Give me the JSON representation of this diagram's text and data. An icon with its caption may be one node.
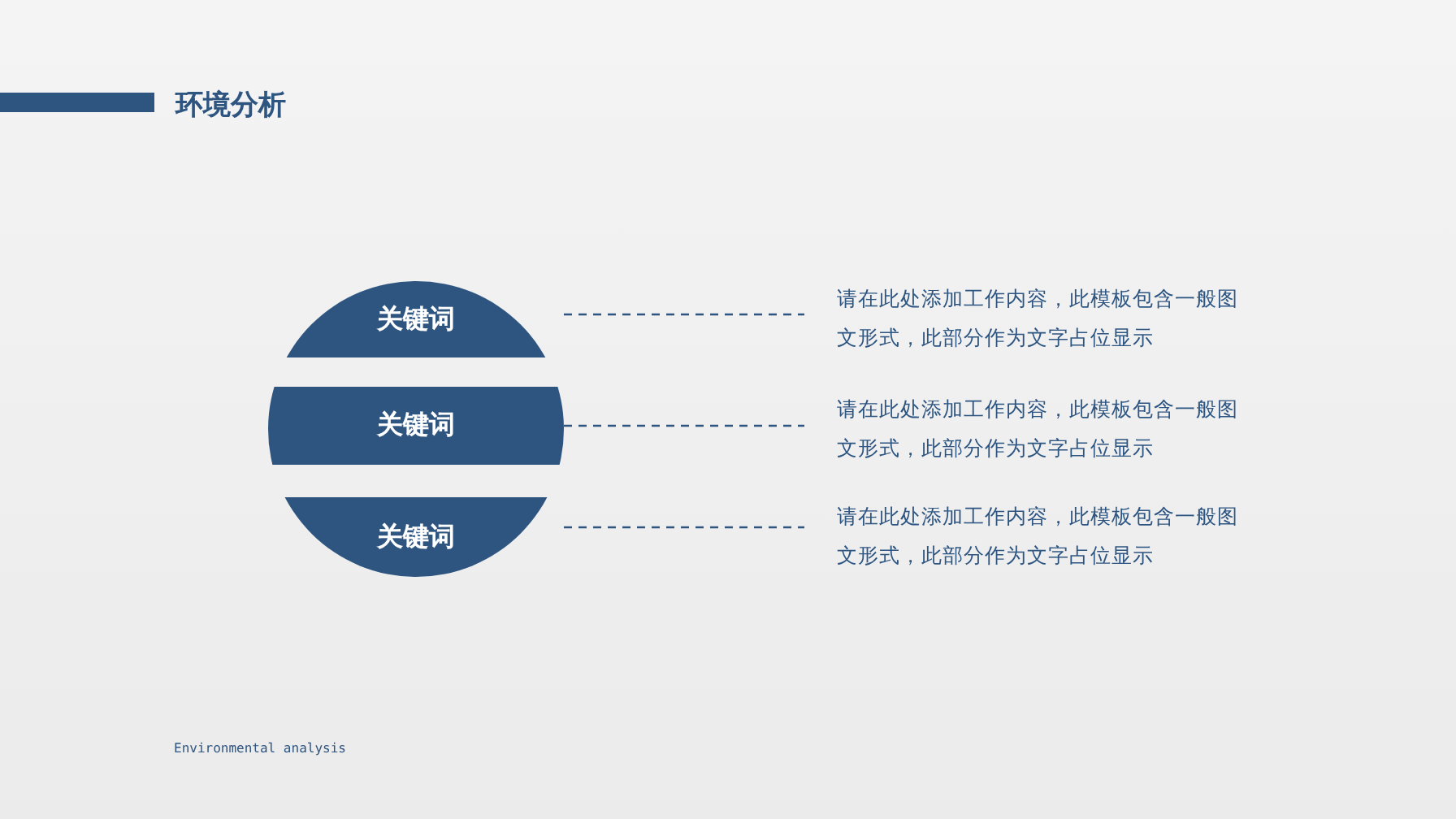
{
  "diagram": {
    "title": "环境分析",
    "nodes": [
      {
        "text": [
          "关键词"
        ]
      },
      {
        "text": [
          "关键词"
        ]
      },
      {
        "text": [
          "关键词"
        ]
      },
      {
        "text": [
          "请在此处添加工作内容，此模板包含一般图文形式，此部分作为文字占位显示"
        ]
      },
      {
        "text": [
          "请在此处添加工作内容，此模板包含一般图文形式，此部分作为文字占位显示"
        ]
      },
      {
        "text": [
          "请在此处添加工作内容，此模板包含一般图文形式，此部分作为文字占位显示"
        ]
      }
    ],
    "edges": [
      {
        "from": 0,
        "to": 3,
        "arrow": "none",
        "style": "dashed"
      },
      {
        "from": 1,
        "to": 4,
        "arrow": "none",
        "style": "dashed"
      },
      {
        "from": 2,
        "to": 5,
        "arrow": "none",
        "style": "dashed"
      }
    ],
    "labels": [
      "Environmental analysis"
    ]
  }
}
